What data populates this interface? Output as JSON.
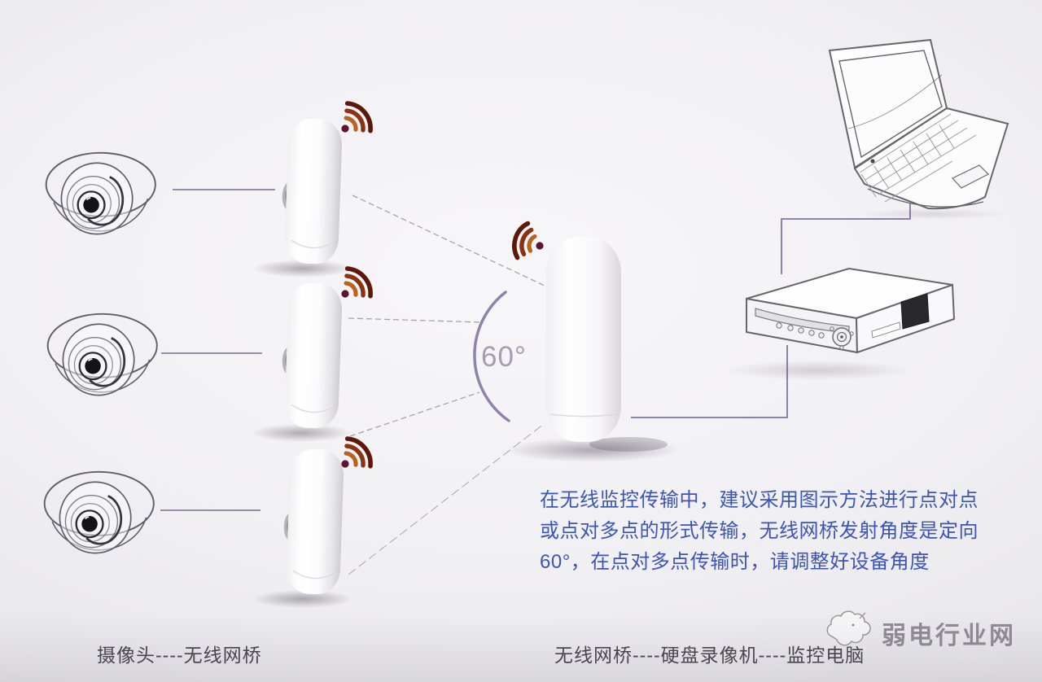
{
  "angle_label": "60°",
  "note": {
    "line1": "在无线监控传输中，建议采用图示方法进行点对点",
    "line2": "或点对多点的形式传输，无线网桥发射角度是定向",
    "line3": "60°，在点对多点传输时，请调整好设备角度"
  },
  "captions": {
    "left": "摄像头----无线网桥",
    "right": "无线网桥----硬盘录像机----监控电脑"
  },
  "watermark": {
    "brand": "弱电行业网"
  },
  "icons": {
    "wifi": "wifi-signal-icon",
    "logo": "sheep-logo-icon",
    "camera": "dome-camera",
    "bridge": "wireless-bridge",
    "recorder": "dvr-recorder",
    "computer": "laptop"
  },
  "colors": {
    "note_text": "#3c55b6",
    "caption_text": "#4a434f",
    "watermark_text": "#8b8894",
    "wifi_outer": "#5d180a",
    "wifi_mid": "#8a3312",
    "wifi_inner": "#b8641e",
    "wifi_dot": "#5c1432",
    "connector_line": "#8f80ac",
    "angle_arc": "#8a7ba8",
    "angle_text": "#a49cb2",
    "dashed_line": "#a6a3ad",
    "background": "#ebeaee"
  }
}
